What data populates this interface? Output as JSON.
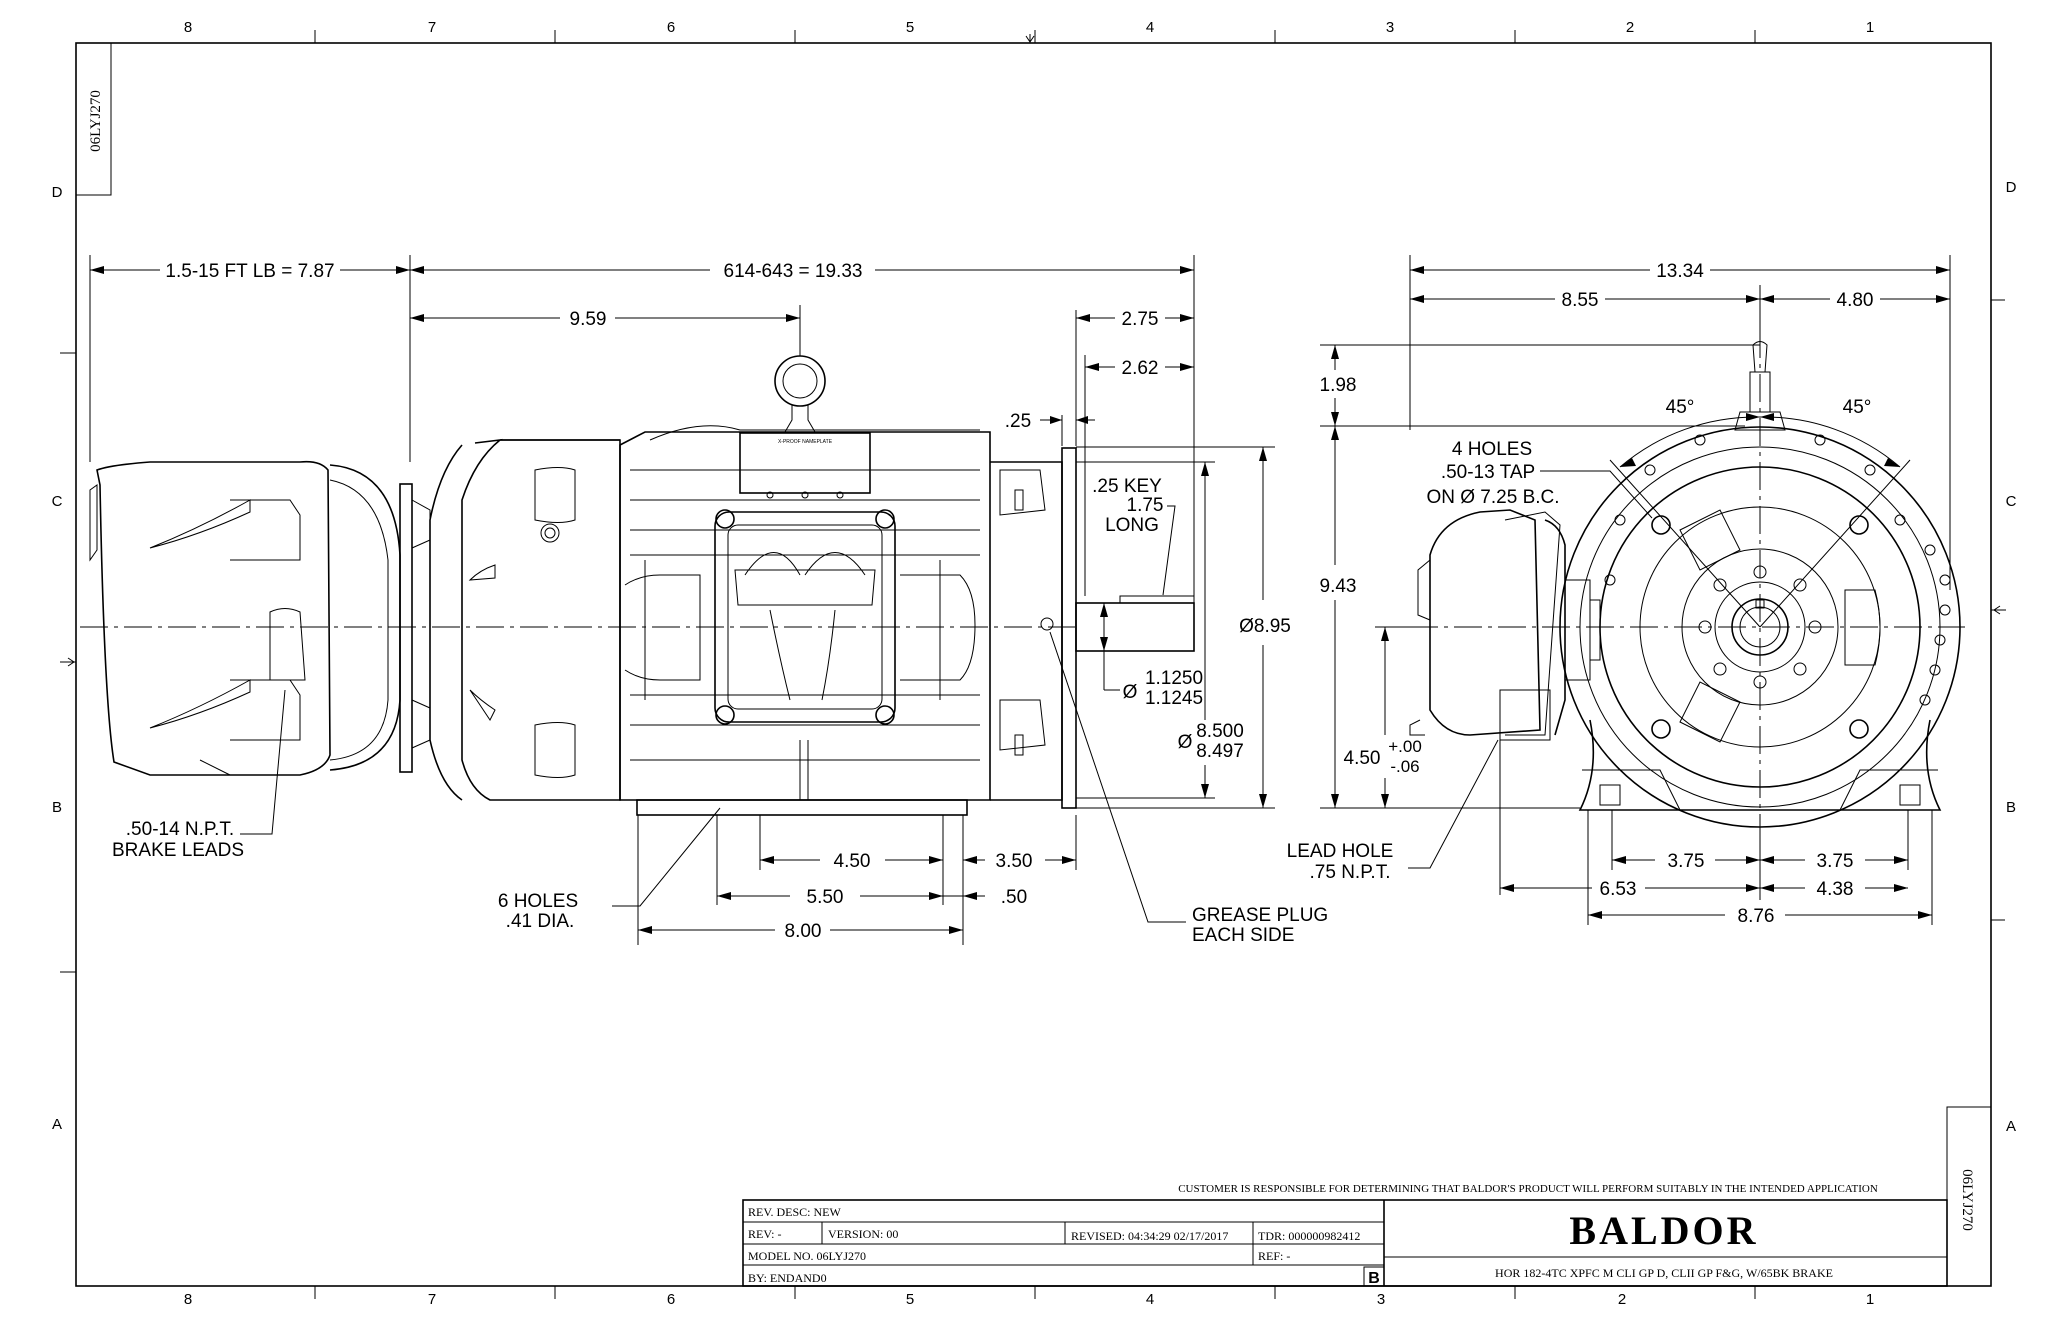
{
  "border": {
    "columns": [
      "8",
      "7",
      "6",
      "5",
      "4",
      "3",
      "2",
      "1"
    ],
    "rows": [
      "D",
      "C",
      "B",
      "A"
    ],
    "drawing_number_rotated": "06LYJ270"
  },
  "side_view": {
    "dims": {
      "brake_length": "1.5-15 FT LB = 7.87",
      "overall_length": "614-643 = 19.33",
      "eyebolt_location": "9.59",
      "shaft_275": "2.75",
      "shaft_262": "2.62",
      "flange_25": ".25",
      "key_line1": ".25 KEY",
      "key_line2": "1.75",
      "key_line3": "LONG",
      "flange_dia": "Ø8.95",
      "shaft_dia_prefix": "Ø",
      "shaft_dia_1": "1.1250",
      "shaft_dia_2": "1.1245",
      "pilot_dia_prefix": "Ø",
      "pilot_dia_1": "8.500",
      "pilot_dia_2": "8.497",
      "foot_450": "4.50",
      "foot_350": "3.50",
      "foot_550": "5.50",
      "foot_050": ".50",
      "foot_800": "8.00"
    },
    "notes": {
      "brake_leads_1": ".50-14 N.P.T.",
      "brake_leads_2": "BRAKE LEADS",
      "holes_1": "6 HOLES",
      "holes_2": ".41 DIA.",
      "grease_1": "GREASE PLUG",
      "grease_2": "EACH SIDE"
    },
    "nameplate_text": "X-PROOF NAMEPLATE"
  },
  "end_view": {
    "dims": {
      "width_1334": "13.34",
      "width_855": "8.55",
      "width_480": "4.80",
      "height_198": "1.98",
      "height_943": "9.43",
      "shaft_height": "4.50",
      "tol_plus": "+.00",
      "tol_minus": "-.06",
      "angle_left": "45°",
      "angle_right": "45°",
      "foot_375_left": "3.75",
      "foot_375_right": "3.75",
      "foot_653": "6.53",
      "foot_438": "4.38",
      "foot_876": "8.76"
    },
    "notes": {
      "tap_1": "4 HOLES",
      "tap_2": ".50-13 TAP",
      "tap_3": "ON Ø 7.25 B.C.",
      "lead_1": "LEAD HOLE",
      "lead_2": ".75 N.P.T."
    }
  },
  "title_block": {
    "disclaimer": "CUSTOMER IS RESPONSIBLE FOR DETERMINING THAT BALDOR'S PRODUCT WILL PERFORM SUITABLY IN THE INTENDED APPLICATION",
    "rev_desc": "REV. DESC: NEW",
    "rev": "REV:  -",
    "version": "VERSION:  00",
    "revised": "REVISED:  04:34:29 02/17/2017",
    "tdr": "TDR:  000000982412",
    "model_no": "MODEL NO.  06LYJ270",
    "ref": "REF:  -",
    "by": "BY: ENDAND0",
    "size_letter": "B",
    "logo": "BALDOR",
    "description": "HOR 182-4TC XPFC M CLI GP D, CLII GP F&G, W/65BK BRAKE",
    "drawing_number_rotated": "06LYJ270"
  }
}
